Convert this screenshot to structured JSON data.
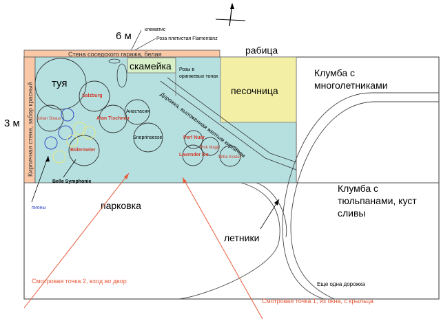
{
  "top_labels": {
    "dimension_width": "6 м",
    "dimension_depth": "3 м",
    "clematis": "клематис",
    "rose_climbing": "Роза плетистая Flamentanz",
    "fence_mesh": "рабица"
  },
  "walls": {
    "neighbor_garage_wall": "Стена соседского гаража, белая",
    "brick_wall_red_fence": "Кирпичная стена, забор красный"
  },
  "garden": {
    "thuja": "туя",
    "bench": "скамейка",
    "sandbox": "песочница",
    "roses_orange_note": "Розы в оранжевых тонах",
    "path_label": "Дорожка, выложенная желтым кирпичом",
    "salzburg": "Salzburg",
    "johann_strauss": "Johan Straus",
    "alan_titchmarsh": "Alan Tischmar",
    "anastasia": "Анастасия",
    "sneprinsesse": "Sneprinsesse",
    "bidermeier": "Bidermeier",
    "pearl_nuar": "Perl Nuar",
    "pink_magic": "Pink Magic",
    "lavender_ice": "Lavender Ice",
    "witte_koster": "Witte Koster",
    "belle_symphonie": "Belle Symphonie",
    "peonies": "пионы"
  },
  "areas": {
    "perennial_bed": "Клумба с многолетниками",
    "tulip_bed": "Клумба с тюльпанами, куст сливы",
    "parking": "парковка",
    "annuals": "летники",
    "another_path": "Еще одна дорожка"
  },
  "viewpoints": {
    "viewpoint_2": "Смотровая точка 2, вход во двор",
    "viewpoint_1": "Смотровая точка 1, из окна, с крыльца"
  },
  "colors": {
    "garden_fill": "#b6e0e0",
    "wall_fill": "#fac8a6",
    "sandbox_fill": "#f3efa5",
    "bench_fill": "#d8f0c8",
    "red_label": "#d23a2a",
    "blue_label": "#2c45c8",
    "viewpoint_line": "#e85a3a",
    "yellow_circle": "#e8e87a",
    "blue_circle": "#3048c0"
  }
}
